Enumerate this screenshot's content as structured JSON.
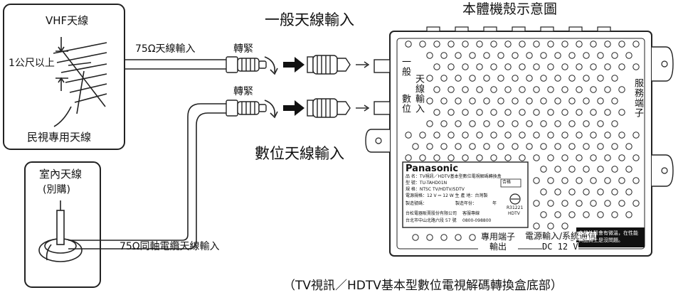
{
  "vhf_box": {
    "title": "VHF天線",
    "height_label": "1公尺以上",
    "caption": "民視專用天線"
  },
  "indoor_box": {
    "title": "室內天線",
    "subtitle": "(別購)"
  },
  "labels": {
    "ohm75_input": "75Ω天線輸入",
    "tighten_top": "轉緊",
    "tighten_bottom": "轉緊",
    "general_input": "一般天線輸入",
    "digital_input": "數位天線輸入",
    "coax_input": "75Ω同軸電纜天線輸入"
  },
  "device": {
    "heading": "本體機殼示意圖",
    "side_general": "一般",
    "side_digital": "數位",
    "side_antenna_input": "天線輸入",
    "service_port": "服務端子",
    "output_port": "專用端子輸出",
    "power_port": "電源輸入/系統通信",
    "power_spec": "DC 12 V",
    "notice": "本機外殼會有微溫，在性能與品質上是沒問題。"
  },
  "nameplate": {
    "brand": "Panasonic",
    "line1": "品 名：TV視訊／HDTV基本型數位電視解碼轉換盒",
    "line2": "型 號：TU-TAHD01N",
    "line3": "規 格：NTSC TV/HDTV/SDTV",
    "pass_mark": "合格",
    "line4": "電源規格：12 V ⎓ 12 W 生 產 地：台灣製",
    "line5": "製造號碼：",
    "line5b": "製造年份：",
    "line5c": "年",
    "cert_code": "R31221",
    "hdtv_mark": "HDTV",
    "company1": "台松電器販賣股份有限公司",
    "company1b": "客服專線",
    "address": "台北市中山北路六段 57 號",
    "phone": "0800-098800"
  },
  "footer_caption": "（TV視訊／HDTV基本型數位電視解碼轉換盒底部）"
}
